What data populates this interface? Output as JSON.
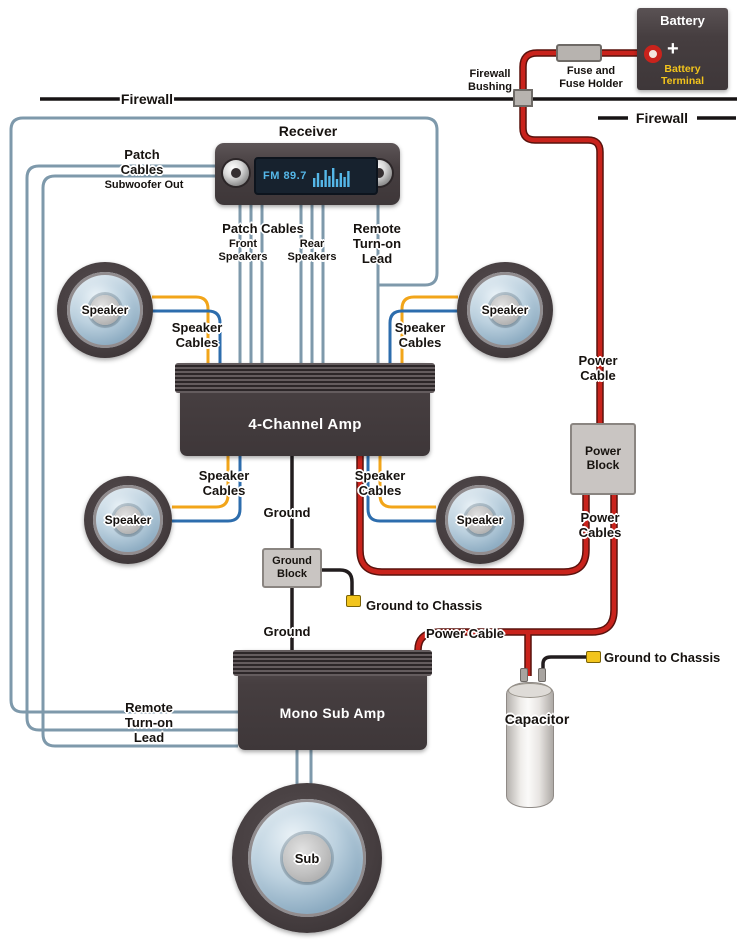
{
  "colors": {
    "power": "#c9231c",
    "power_dark": "#59120d",
    "patch": "#7e99ab",
    "speaker_yellow": "#f2a51a",
    "speaker_blue": "#2d6dad",
    "ground": "#221d1e",
    "connector_yellow": "#f2c41c",
    "display_blue": "#55b7e8",
    "box_dark": "#463e40",
    "block_gray": "#c9c5c2"
  },
  "firewall": {
    "left_label": "Firewall",
    "right_label": "Firewall",
    "bushing_label": "Firewall\nBushing"
  },
  "battery": {
    "title": "Battery",
    "plus": "+",
    "terminal_label": "Battery\nTerminal",
    "fuse_label": "Fuse and\nFuse Holder"
  },
  "receiver": {
    "title": "Receiver",
    "display": "FM 89.7",
    "patch_out_label": "Patch\nCables",
    "subwoofer_out_label": "Subwoofer Out"
  },
  "receiver_outputs": {
    "patch_label": "Patch Cables",
    "front_label": "Front\nSpeakers",
    "rear_label": "Rear\nSpeakers",
    "remote_label": "Remote\nTurn-on\nLead"
  },
  "amps": {
    "four_channel": "4-Channel Amp",
    "mono_sub": "Mono Sub Amp"
  },
  "speakers": {
    "front_left": "Speaker",
    "front_right": "Speaker",
    "rear_left": "Speaker",
    "rear_right": "Speaker",
    "sub": "Sub"
  },
  "speaker_cables": {
    "front_left": "Speaker\nCables",
    "front_right": "Speaker\nCables",
    "rear_left": "Speaker\nCables",
    "rear_right": "Speaker\nCables"
  },
  "power": {
    "cable_label": "Power\nCable",
    "block_label": "Power\nBlock",
    "cables_label": "Power\nCables",
    "bottom_cable_label": "Power Cable"
  },
  "ground": {
    "top_label": "Ground",
    "block_label": "Ground\nBlock",
    "chassis_label": "Ground to Chassis",
    "bottom_label": "Ground",
    "capacitor_chassis_label": "Ground to Chassis"
  },
  "capacitor": {
    "label": "Capacitor"
  },
  "remote": {
    "left_label": "Remote\nTurn-on\nLead"
  }
}
